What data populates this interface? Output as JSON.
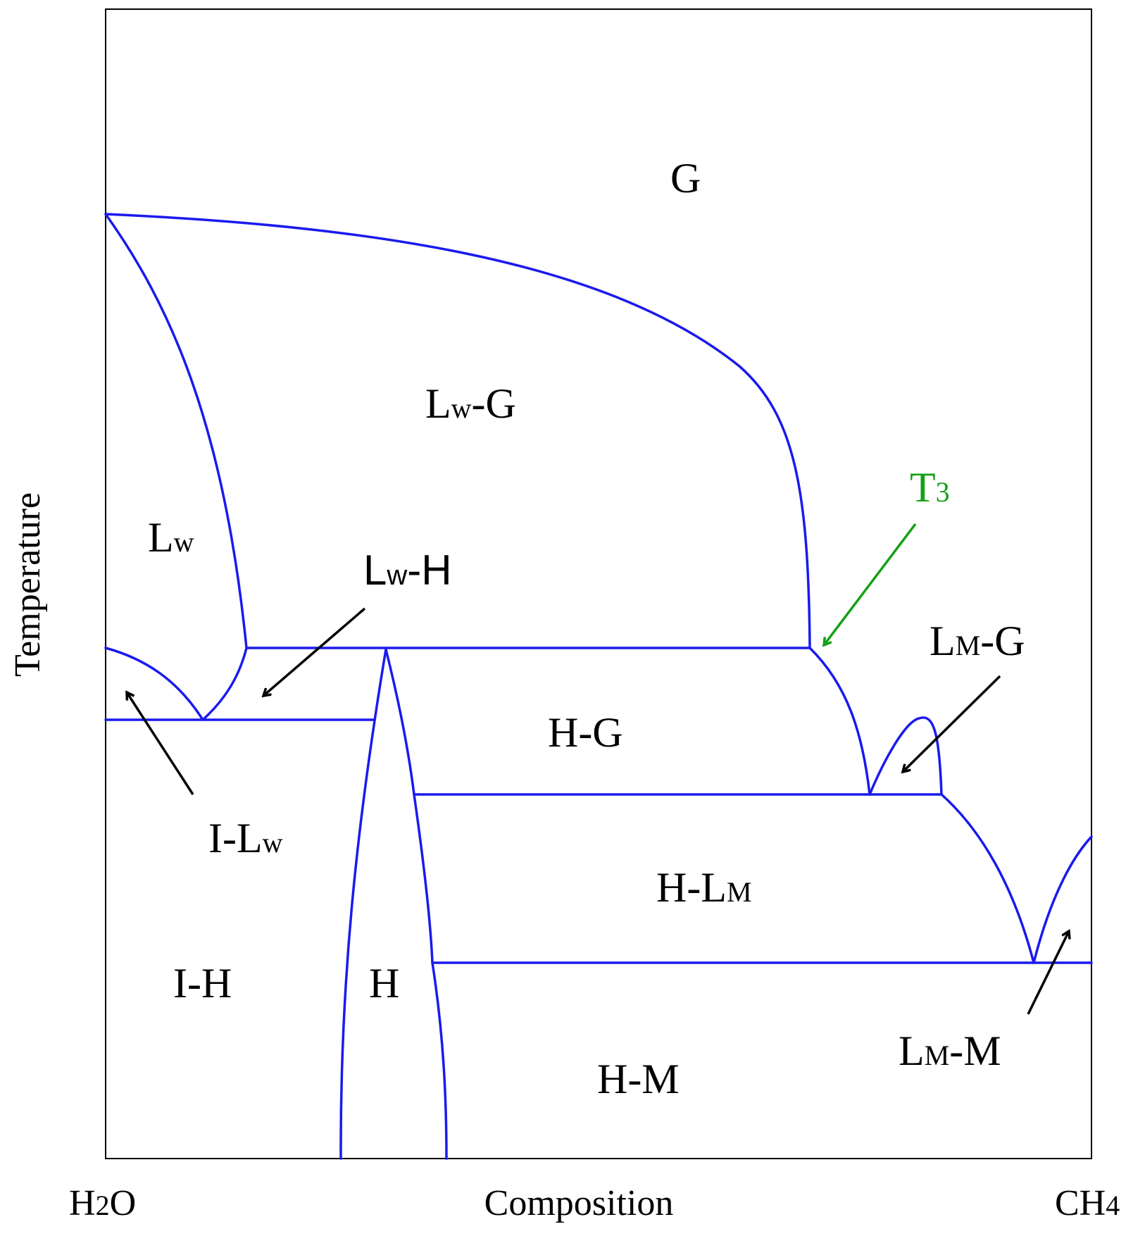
{
  "axes": {
    "ylabel": "Temperature",
    "xlabel": "Composition",
    "x_left": {
      "main": "H",
      "sub": "2",
      "tail": "O"
    },
    "x_right": {
      "main": "CH",
      "sub": "4"
    }
  },
  "regions": {
    "G": "G",
    "Lw_G": {
      "main": "L",
      "sub": "w",
      "tail": "-G"
    },
    "Lw": {
      "main": "L",
      "sub": "w"
    },
    "Lw_H": {
      "main": "L",
      "sub": "w",
      "tail": "-H"
    },
    "T3": {
      "main": "T",
      "sub": "3"
    },
    "LM_G": {
      "main": "L",
      "sub": "M",
      "tail": "-G"
    },
    "H_G": "H-G",
    "I_Lw": {
      "main": "I-L",
      "sub": "w"
    },
    "H_LM": {
      "main": "H-L",
      "sub": "M"
    },
    "I_H": "I-H",
    "H": "H",
    "H_M": "H-M",
    "LM_M": {
      "main": "L",
      "sub": "M",
      "tail": "-M"
    }
  },
  "colors": {
    "phase_lines": "#1a1aee",
    "arrows": "#000000",
    "T3_point": "#14a014"
  }
}
